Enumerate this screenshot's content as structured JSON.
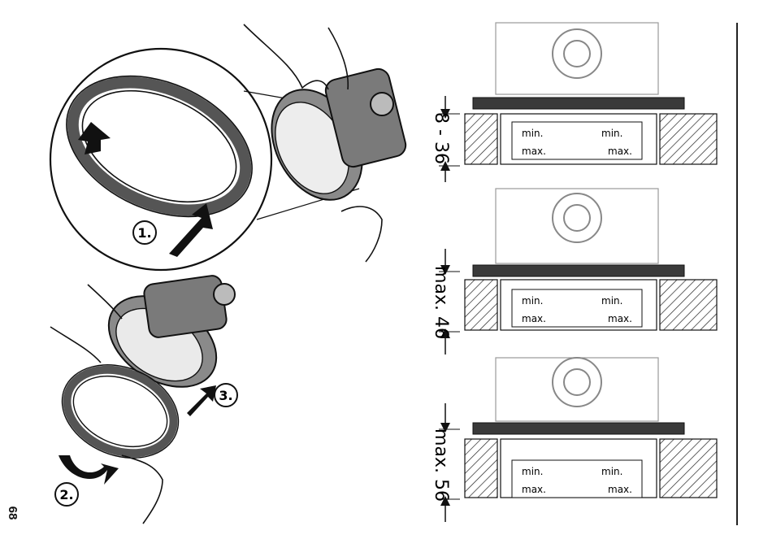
{
  "page_number": "68",
  "steps": [
    {
      "label": "1."
    },
    {
      "label": "2."
    },
    {
      "label": "3."
    }
  ],
  "diagrams": [
    {
      "dimension": "8 - 36",
      "min_label": "min.",
      "max_label": "max."
    },
    {
      "dimension": "max. 46",
      "min_label": "min.",
      "max_label": "max."
    },
    {
      "dimension": "max. 56",
      "min_label": "min.",
      "max_label": "max."
    }
  ]
}
